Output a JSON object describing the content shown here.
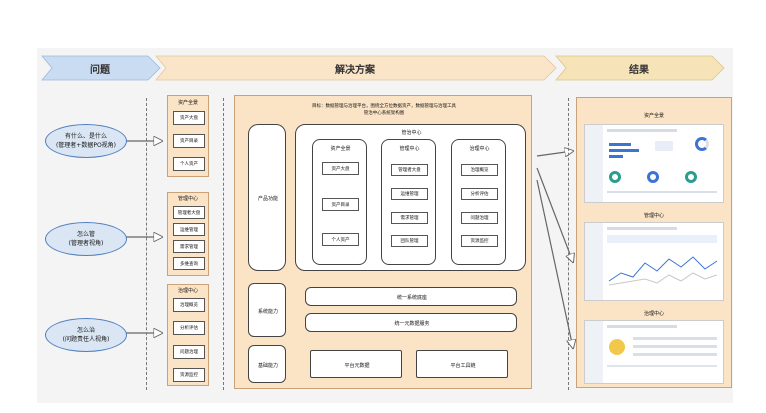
{
  "header": {
    "problem": "问题",
    "solution": "解决方案",
    "result": "结果"
  },
  "colors": {
    "problem_chevron": "#c9dcf1",
    "solution_chevron": "#fbe5c8",
    "result_chevron": "#f6e3b8",
    "ellipse": "#dbe6f4",
    "box": "#fbe3c6"
  },
  "problems": [
    {
      "line1": "有什么、是什么",
      "line2": "(管理者+数据PO视角)"
    },
    {
      "line1": "怎么管",
      "line2": "(管理者视角)"
    },
    {
      "line1": "怎么治",
      "line2": "(问题责任人视角)"
    }
  ],
  "groups": [
    {
      "title": "资产全景",
      "items": [
        "资产大盘",
        "资产目录",
        "个人资产"
      ]
    },
    {
      "title": "管理中心",
      "items": [
        "管理者大盘",
        "运维管理",
        "需求管理",
        "多维查询"
      ]
    },
    {
      "title": "治理中心",
      "items": [
        "治理概览",
        "分析评估",
        "问题治理",
        "资源监控"
      ]
    }
  ],
  "solution": {
    "goal_line1": "目标：数据管理与治理平台，围绕全方位数据资产，数据管理与治理工具",
    "goal_line2": "管治中心系统架构图",
    "inner_title": "管治中心",
    "layers": {
      "product": "产品功能",
      "system": "系统能力",
      "base": "基础能力"
    },
    "columns": [
      {
        "title": "资产全景",
        "items": [
          "资产大盘",
          "资产目录",
          "个人资产"
        ]
      },
      {
        "title": "管理中心",
        "items": [
          "管理者大盘",
          "运维管理",
          "需求管理",
          "团队管理"
        ]
      },
      {
        "title": "治理中心",
        "items": [
          "治理概览",
          "分析评估",
          "问题治理",
          "资源监控"
        ]
      }
    ],
    "system_bars": [
      "统一系统底座",
      "统一元数据服务"
    ],
    "base_boxes": [
      "平台元数据",
      "平台工具链"
    ]
  },
  "results": [
    "资产全景",
    "管理中心",
    "治理中心"
  ]
}
